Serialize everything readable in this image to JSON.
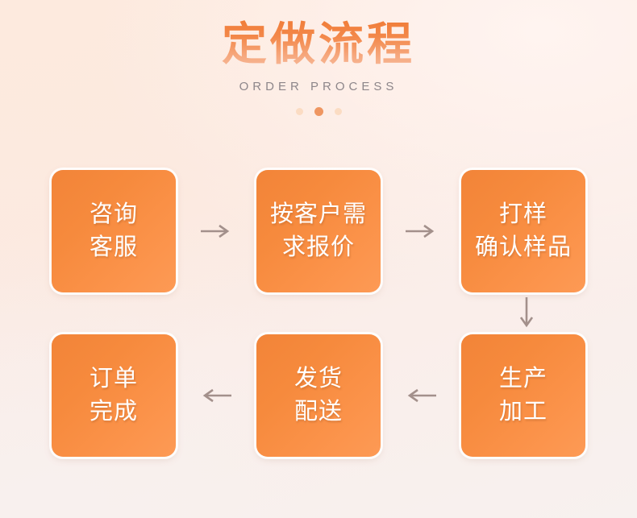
{
  "header": {
    "title": "定做流程",
    "subtitle": "ORDER PROCESS",
    "dots": [
      {
        "name": "dot-1",
        "active": false
      },
      {
        "name": "dot-2",
        "active": true
      },
      {
        "name": "dot-3",
        "active": false
      }
    ]
  },
  "flow": {
    "steps": [
      {
        "id": 1,
        "line1": "咨询",
        "line2": "客服"
      },
      {
        "id": 2,
        "line1": "按客户需",
        "line2": "求报价"
      },
      {
        "id": 3,
        "line1": "打样",
        "line2": "确认样品"
      },
      {
        "id": 4,
        "line1": "生产",
        "line2": "加工"
      },
      {
        "id": 5,
        "line1": "发货",
        "line2": "配送"
      },
      {
        "id": 6,
        "line1": "订单",
        "line2": "完成"
      }
    ],
    "connectors": [
      {
        "name": "arrow-right-1",
        "direction": "right"
      },
      {
        "name": "arrow-right-2",
        "direction": "right"
      },
      {
        "name": "arrow-down-1",
        "direction": "down"
      },
      {
        "name": "arrow-left-1",
        "direction": "left"
      },
      {
        "name": "arrow-left-2",
        "direction": "left"
      }
    ]
  },
  "colors": {
    "box_gradient_start": "#F28438",
    "box_gradient_end": "#FD9A55",
    "title_gradient_start": "#F07B36",
    "title_gradient_end": "#F7BDA0",
    "subtitle": "#8D868A",
    "arrow": "#A3908B",
    "dot_active": "#EF9661",
    "dot_inactive": "#FBDCC3",
    "background": "#FBEADF"
  }
}
